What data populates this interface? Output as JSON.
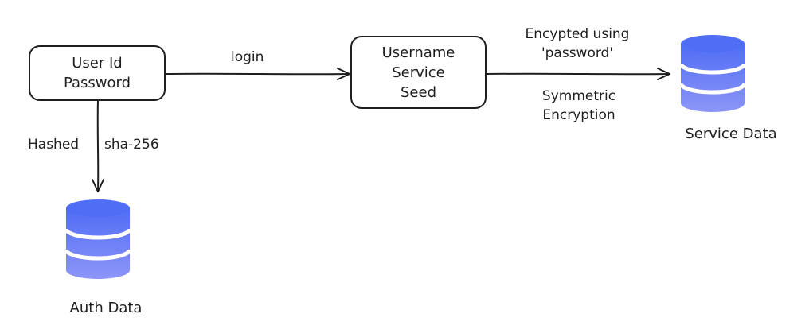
{
  "nodes": {
    "user": {
      "line1": "User Id",
      "line2": "Password"
    },
    "service": {
      "line1": "Username",
      "line2": "Service",
      "line3": "Seed"
    }
  },
  "edges": {
    "login": "login",
    "hashed": "Hashed",
    "sha": "sha-256",
    "encrypted_line1": "Encypted using",
    "encrypted_line2": "'password'",
    "symmetric_line1": "Symmetric",
    "symmetric_line2": "Encryption"
  },
  "databases": {
    "auth": "Auth Data",
    "service": "Service Data"
  },
  "colors": {
    "stroke": "#1e1e1e",
    "db_top": "#4f6df5",
    "db_bottom": "#8d95f7"
  }
}
